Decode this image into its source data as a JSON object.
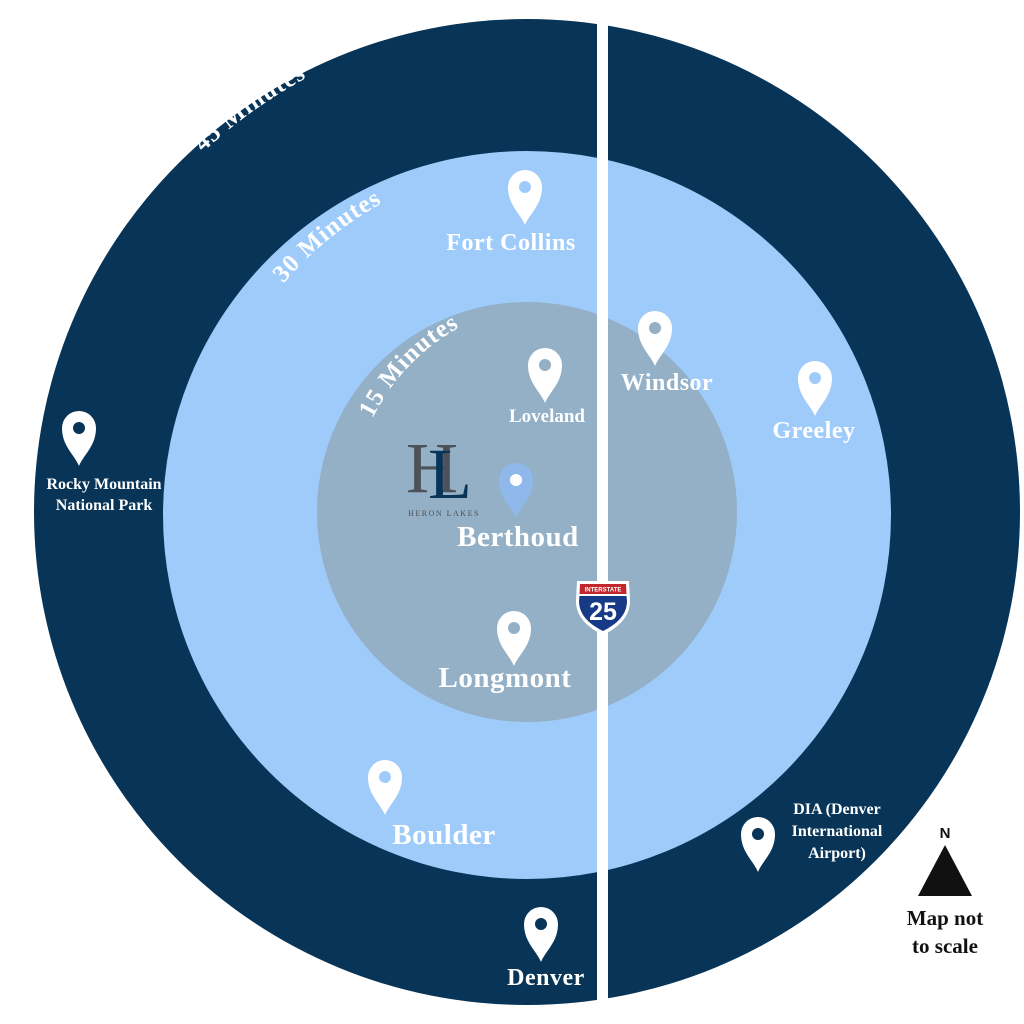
{
  "colors": {
    "outer_ring": "#073457",
    "middle_ring": "#9fcbfb",
    "inner_ring": "#93b0c6",
    "pin_white": "#ffffff",
    "pin_highlight": "#8eb9ea",
    "pin_hole": "#073457",
    "interstate_red": "#c1272d",
    "interstate_blue": "#173a87"
  },
  "rings": {
    "outer_label": "45 Minutes",
    "middle_label": "30 Minutes",
    "inner_label": "15 Minutes"
  },
  "logo": {
    "monogram_left": "H",
    "monogram_right": "L",
    "name": "HERON LAKES"
  },
  "interstate": {
    "top_label": "INTERSTATE",
    "number": "25"
  },
  "locations": {
    "fort_collins": {
      "label": "Fort Collins",
      "icon": "map-pin-icon"
    },
    "windsor": {
      "label": "Windsor",
      "icon": "map-pin-icon"
    },
    "greeley": {
      "label": "Greeley",
      "icon": "map-pin-icon"
    },
    "loveland": {
      "label": "Loveland",
      "icon": "map-pin-icon"
    },
    "berthoud": {
      "label": "Berthoud",
      "icon": "map-pin-icon"
    },
    "longmont": {
      "label": "Longmont",
      "icon": "map-pin-icon"
    },
    "boulder": {
      "label": "Boulder",
      "icon": "map-pin-icon"
    },
    "denver": {
      "label": "Denver",
      "icon": "map-pin-icon"
    },
    "rocky_mountain": {
      "label_line1": "Rocky Mountain",
      "label_line2": "National Park",
      "icon": "map-pin-icon"
    },
    "dia": {
      "label_line1": "DIA (Denver",
      "label_line2": "International",
      "label_line3": "Airport)",
      "icon": "map-pin-icon"
    }
  },
  "compass": {
    "letter": "N",
    "icon": "north-arrow-icon"
  },
  "note": {
    "line1": "Map not",
    "line2": "to scale"
  }
}
